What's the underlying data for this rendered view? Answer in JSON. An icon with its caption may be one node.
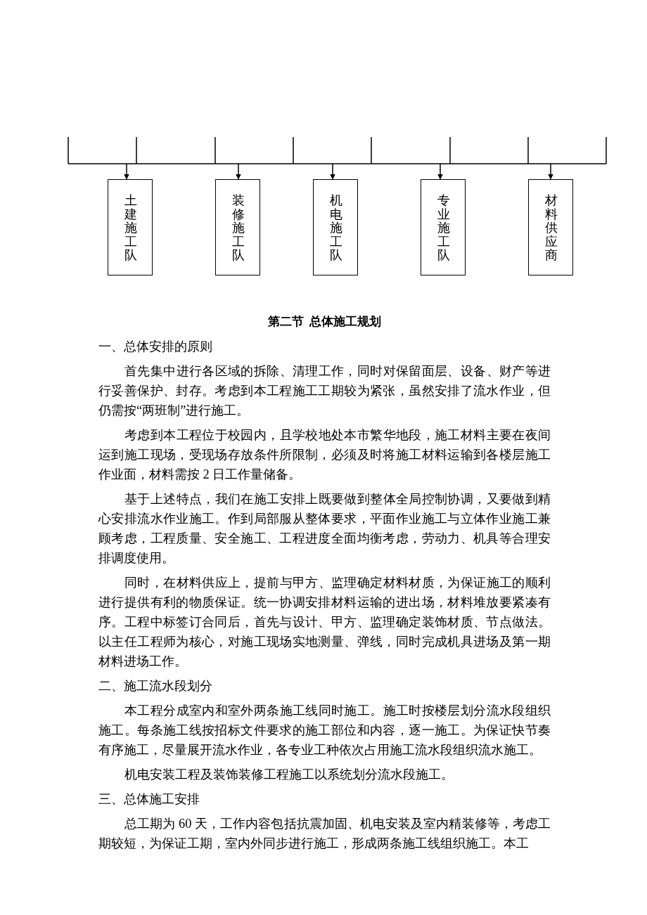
{
  "diagram": {
    "nodes": [
      {
        "text": [
          "土建施工队"
        ]
      },
      {
        "text": [
          "装修施工队"
        ]
      },
      {
        "text": [
          "机电施工队"
        ]
      },
      {
        "text": [
          "专业施工队"
        ]
      },
      {
        "text": [
          "材料供应商"
        ]
      }
    ],
    "edges": [
      {
        "from": null,
        "to": 0,
        "arrow": "to"
      },
      {
        "from": null,
        "to": 1,
        "arrow": "to"
      },
      {
        "from": null,
        "to": 2,
        "arrow": "to"
      },
      {
        "from": null,
        "to": 3,
        "arrow": "to"
      },
      {
        "from": null,
        "to": 4,
        "arrow": "to"
      }
    ],
    "labels": [
      "第二节  总体施工规划",
      "一、总体安排的原则",
      "首先集中进行各区域的拆除、清理工作，同时对保留面层、设备、财产等进行妥善保护、封存。考虑到本工程施工工期较为紧张，虽然安排了流水作业，但仍需按“两班制”进行施工。",
      "考虑到本工程位于校园内，且学校地处本市繁华地段，施工材料主要在夜间运到施工现场，受现场存放条件所限制，必须及时将施工材料运输到各楼层施工作业面，材料需按 2 日工作量储备。",
      "基于上述特点，我们在施工安排上既要做到整体全局控制协调，又要做到精心安排流水作业施工。作到局部服从整体要求，平面作业施工与立体作业施工兼顾考虑，工程质量、安全施工、工程进度全面均衡考虑，劳动力、机具等合理安排调度使用。",
      "同时，在材料供应上，提前与甲方、监理确定材料材质，为保证施工的顺利进行提供有利的物质保证。统一协调安排材料运输的进出场，材料堆放要紧凑有序。工程中标签订合同后，首先与设计、甲方、监理确定装饰材质、节点做法。以主任工程师为核心，对施工现场实地测量、弹线，同时完成机具进场及第一期材料进场工作。",
      "二、施工流水段划分",
      "本工程分成室内和室外两条施工线同时施工。施工时按楼层划分流水段组织施工。每条施工线按招标文件要求的施工部位和内容，逐一施工。为保证快节奏有序施工，尽量展开流水作业，各专业工种依次占用施工流水段组织流水施工。",
      "机电安装工程及装饰装修工程施工以系统划分流水段施工。",
      "三、总体施工安排",
      "总工期为 60 天，工作内容包括抗震加固、机电安装及室内精装修等，考虑工期较短，为保证工期，室内外同步进行施工，形成两条施工线组织施工。本工"
    ]
  }
}
